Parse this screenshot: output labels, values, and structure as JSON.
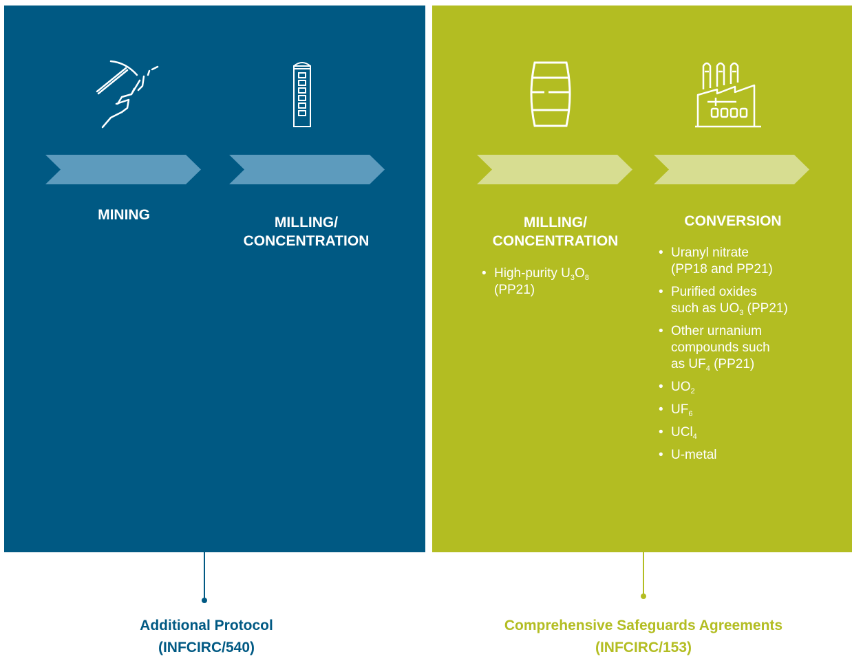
{
  "colors": {
    "blue_panel": "#005983",
    "green_panel": "#b3bd22",
    "blue_arrow": "#5d9bbd",
    "green_arrow": "#d7dd91",
    "blue_label": "#005983",
    "green_label": "#b3bd22"
  },
  "stages": {
    "mining": {
      "title": "MINING",
      "icon": "pickaxe-icon"
    },
    "milling_ap": {
      "title_line1": "MILLING/",
      "title_line2": "CONCENTRATION",
      "icon": "column-tower-icon"
    },
    "milling_csa": {
      "title_line1": "MILLING/",
      "title_line2": "CONCENTRATION",
      "icon": "barrel-icon",
      "items": [
        {
          "pre": "High-purity U",
          "sub1": "3",
          "mid": "O",
          "sub2": "8",
          "post": "",
          "line2": "(PP21)"
        }
      ]
    },
    "conversion": {
      "title": "CONVERSION",
      "icon": "factory-icon",
      "items": [
        {
          "line1": "Uranyl nitrate",
          "line2": "(PP18 and PP21)"
        },
        {
          "line1": "Purified oxides",
          "line2_pre": "such as UO",
          "line2_sub": "3",
          "line2_post": " (PP21)"
        },
        {
          "line1": "Other urnanium",
          "line2": "compounds such",
          "line3_pre": "as UF",
          "line3_sub": "4",
          "line3_post": " (PP21)"
        },
        {
          "pre": "UO",
          "sub": "2"
        },
        {
          "pre": "UF",
          "sub": "6"
        },
        {
          "pre": "UCl",
          "sub": "4"
        },
        {
          "pre": "U-metal"
        }
      ]
    }
  },
  "footer": {
    "additional_protocol": {
      "line1": "Additional Protocol",
      "line2": "(INFCIRC/540)"
    },
    "csa": {
      "line1": "Comprehensive Safeguards Agreements",
      "line2": "(INFCIRC/153)"
    }
  }
}
